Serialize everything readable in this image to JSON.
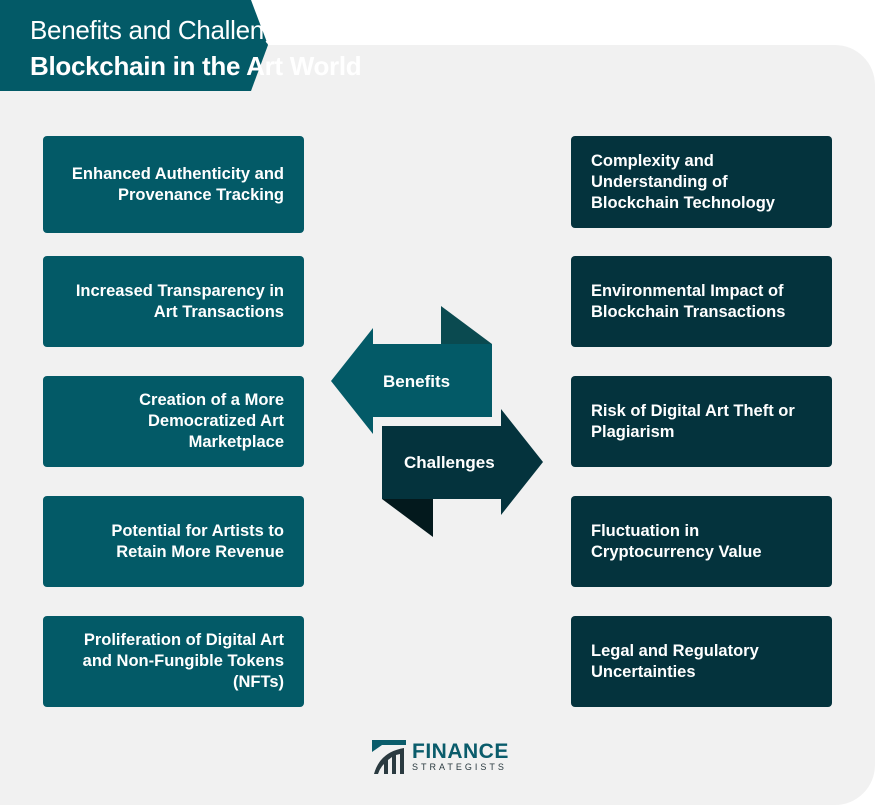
{
  "header": {
    "title_line1": "Benefits and Challenges of",
    "title_line2": "Blockchain in the Art World"
  },
  "benefits": {
    "label": "Benefits",
    "items": [
      "Enhanced Authenticity and Provenance Tracking",
      "Increased Transparency in Art Transactions",
      "Creation of a More Democratized Art Marketplace",
      "Potential for Artists to Retain More Revenue",
      "Proliferation of Digital Art and Non-Fungible Tokens (NFTs)"
    ]
  },
  "challenges": {
    "label": "Challenges",
    "items": [
      "Complexity and Understanding of Blockchain Technology",
      "Environmental Impact of Blockchain Transactions",
      "Risk of Digital Art Theft or Plagiarism",
      "Fluctuation in Cryptocurrency Value",
      "Legal and Regulatory Uncertainties"
    ]
  },
  "logo": {
    "line1": "FINANCE",
    "line2": "STRATEGISTS"
  },
  "colors": {
    "benefit": "#035a67",
    "challenge": "#04333d",
    "banner": "#035a67"
  }
}
